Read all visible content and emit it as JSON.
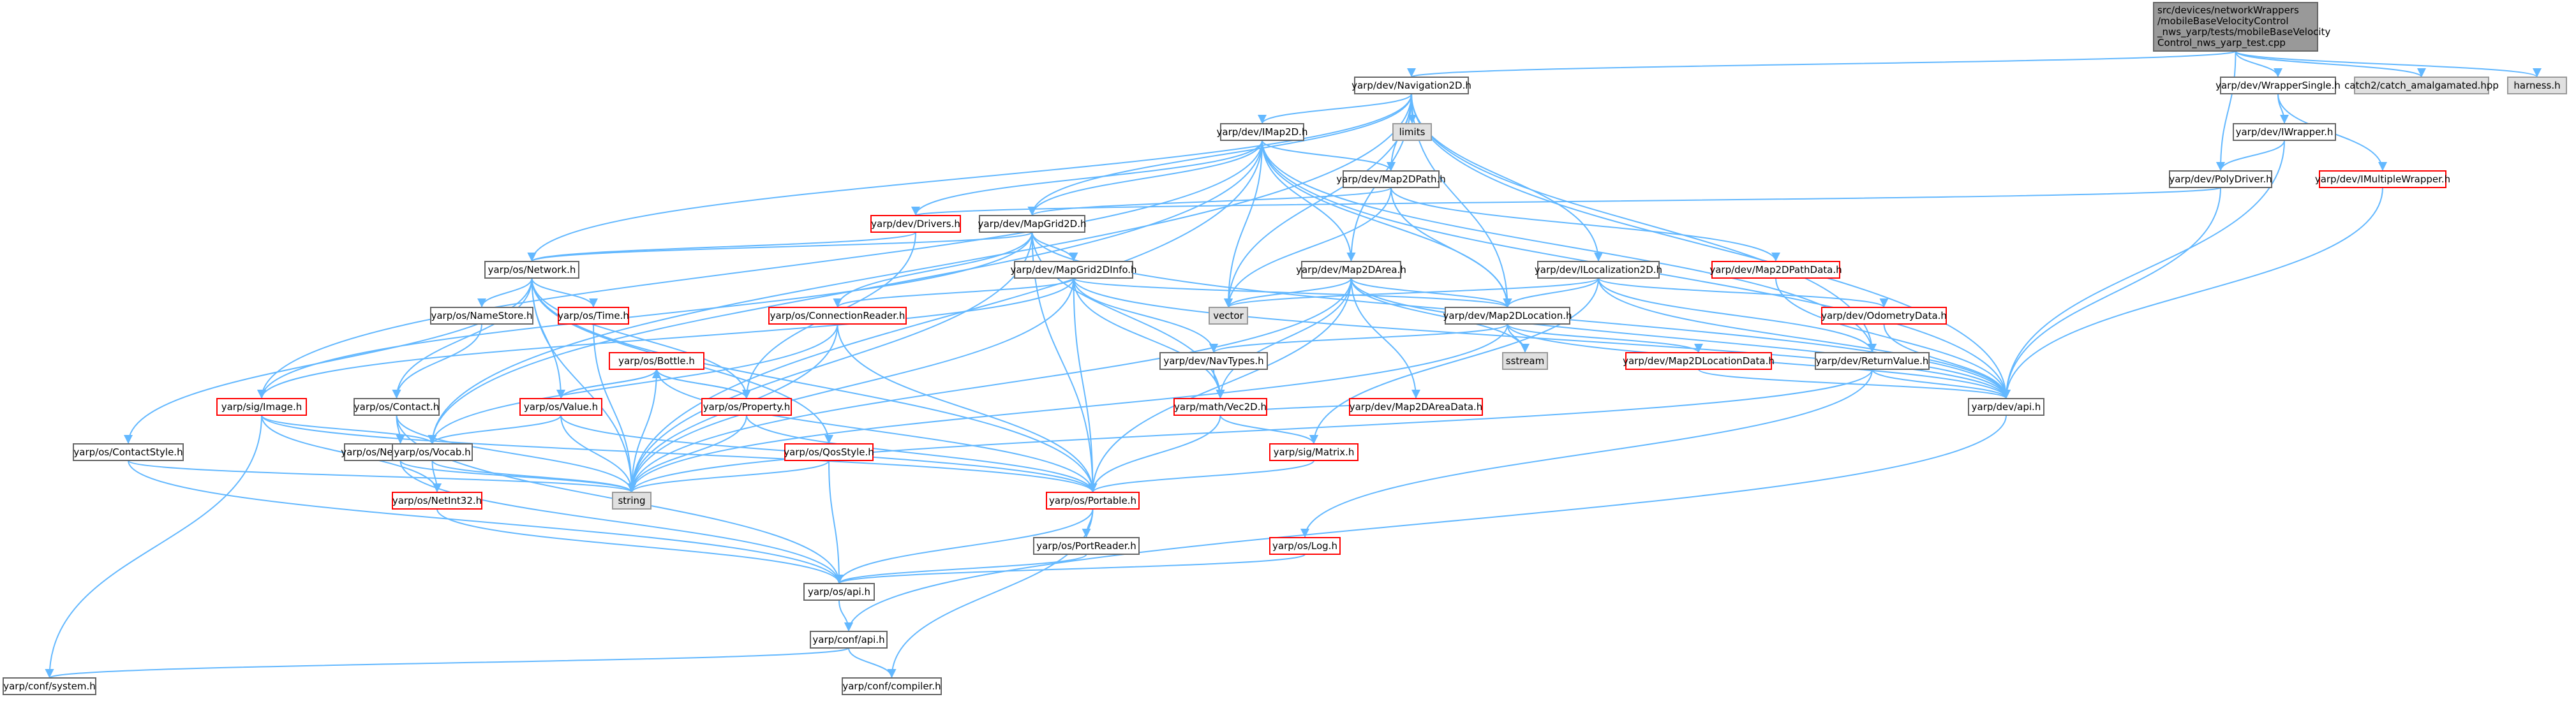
{
  "colors": {
    "edge": "#63b8ff",
    "node_border": "#666666",
    "node_border_red": "#ff0000",
    "node_fill_grey": "#e0e0e0",
    "node_border_grey": "#999999",
    "root_fill": "#999999"
  },
  "root": {
    "lines": [
      "src/devices/networkWrappers",
      "/mobileBaseVelocityControl",
      "_nws_yarp/tests/mobileBaseVelocity",
      "Control_nws_yarp_test.cpp"
    ]
  },
  "nodes": {
    "navigation2d": "yarp/dev/Navigation2D.h",
    "wrappersingle": "yarp/dev/WrapperSingle.h",
    "catch2": "catch2/catch_amalgamated.hpp",
    "harness": "harness.h",
    "limits": "limits",
    "map2d": "yarp/dev/IMap2D.h",
    "iwrapper": "yarp/dev/IWrapper.h",
    "imultiplewrapper": "yarp/dev/IMultipleWrapper.h",
    "map2dpath": "yarp/dev/Map2DPath.h",
    "polydriver": "yarp/dev/PolyDriver.h",
    "drivers": "yarp/dev/Drivers.h",
    "mapgrid2d": "yarp/dev/MapGrid2D.h",
    "network": "yarp/os/Network.h",
    "mapgrid2dinfo": "yarp/dev/MapGrid2DInfo.h",
    "map2darea": "yarp/dev/Map2DArea.h",
    "ilocalization2d": "yarp/dev/ILocalization2D.h",
    "map2dpathdata": "yarp/dev/Map2DPathData.h",
    "nameStore": "yarp/os/NameStore.h",
    "time": "yarp/os/Time.h",
    "connectionreader": "yarp/os/ConnectionReader.h",
    "vector": "vector",
    "map2dlocation": "yarp/dev/Map2DLocation.h",
    "odometrydata": "yarp/dev/OdometryData.h",
    "bottle": "yarp/os/Bottle.h",
    "navtypes": "yarp/dev/NavTypes.h",
    "sstream": "sstream",
    "map2dlocationdata": "yarp/dev/Map2DLocationData.h",
    "returnvalue": "yarp/dev/ReturnValue.h",
    "image": "yarp/sig/Image.h",
    "contact": "yarp/os/Contact.h",
    "value": "yarp/os/Value.h",
    "property": "yarp/os/Property.h",
    "map2dareadata": "yarp/dev/Map2DAreaData.h",
    "devapi": "yarp/dev/api.h",
    "vec2d": "yarp/math/Vec2D.h",
    "contactstyle": "yarp/os/ContactStyle.h",
    "nestedcontact": "yarp/os/NestedContact.h",
    "vocab": "yarp/os/Vocab.h",
    "qosstyle": "yarp/os/QosStyle.h",
    "matrix": "yarp/sig/Matrix.h",
    "string": "string",
    "netint32": "yarp/os/NetInt32.h",
    "portable": "yarp/os/Portable.h",
    "portreader": "yarp/os/PortReader.h",
    "log": "yarp/os/Log.h",
    "osapi": "yarp/os/api.h",
    "confapi": "yarp/conf/api.h",
    "system": "yarp/conf/system.h",
    "compiler": "yarp/conf/compiler.h"
  }
}
